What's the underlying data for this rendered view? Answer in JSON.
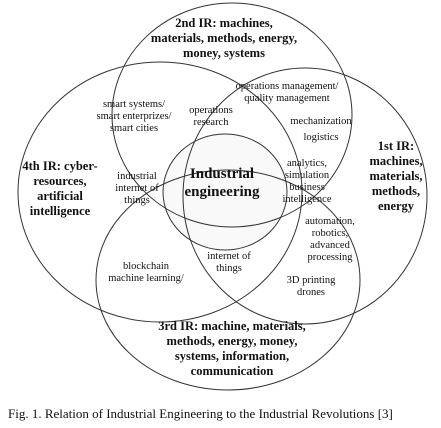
{
  "diagram": {
    "circles": {
      "ir1": {
        "title_lines": [
          "1st IR:",
          "machines,",
          "materials,",
          "methods,",
          "energy"
        ]
      },
      "ir2": {
        "title_lines": [
          "2nd IR: machines,",
          "materials, methods, energy,",
          "money, systems"
        ]
      },
      "ir3": {
        "title_lines": [
          "3rd IR: machine, materials,",
          "methods, energy, money,",
          "systems, information,",
          "communication"
        ]
      },
      "ir4": {
        "title_lines": [
          "4th IR: cyber-",
          "resources,",
          "artificial",
          "intelligence"
        ]
      }
    },
    "center_label": [
      "Industrial",
      "engineering"
    ],
    "regions": {
      "smart": [
        "smart systems/",
        "smart enterprizes/",
        "smart cities"
      ],
      "operations_research": [
        "operations",
        "research"
      ],
      "operations_mgmt": [
        "operations management/",
        "quality management"
      ],
      "mechanization": [
        "mechanization",
        "logistics"
      ],
      "analytics": [
        "analytics,",
        "simulation",
        "business",
        "intelligence"
      ],
      "industrial_iot": [
        "industrial",
        "internet of",
        "things"
      ],
      "automation": [
        "automation,",
        "robotics,",
        "advanced",
        "processing"
      ],
      "printing": [
        "3D printing",
        "drones"
      ],
      "blockchain": [
        "blockchain",
        "machine learning/"
      ],
      "iot": [
        "internet of",
        "things"
      ]
    }
  },
  "caption": "Fig. 1.  Relation of Industrial Engineering to the Industrial Revolutions [3]"
}
